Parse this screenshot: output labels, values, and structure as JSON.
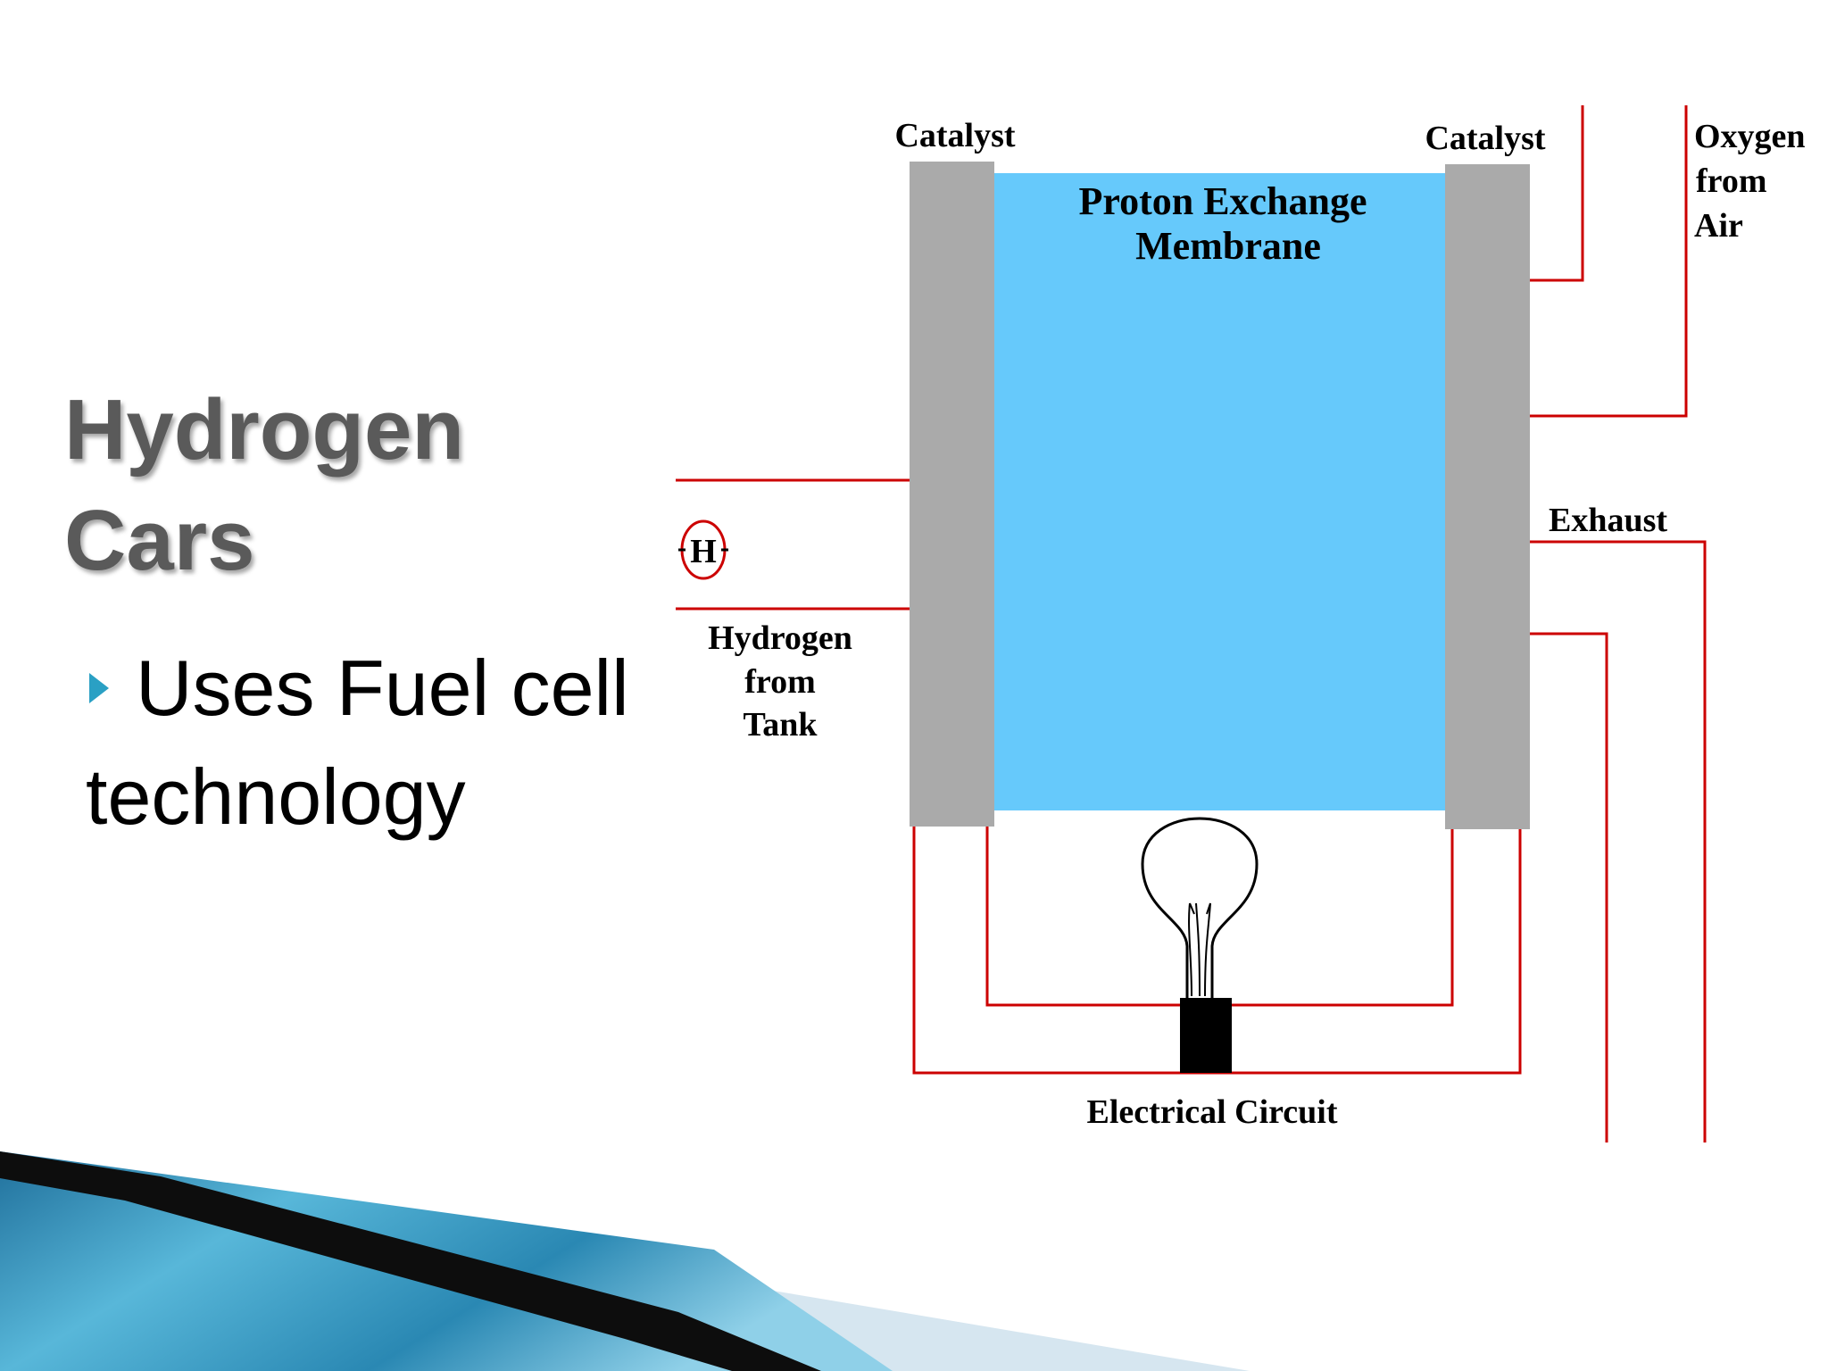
{
  "slide": {
    "title_line1": "Hydrogen",
    "title_line2": "Cars",
    "bullet": "Uses Fuel cell technology",
    "accent_color": "#2aa0c4"
  },
  "diagram": {
    "catalyst_left": "Catalyst",
    "catalyst_right": "Catalyst",
    "membrane_line1": "Proton Exchange",
    "membrane_line2": "Membrane",
    "oxygen_line1": "Oxygen",
    "oxygen_line2": "from",
    "oxygen_line3": "Air",
    "exhaust": "Exhaust",
    "hydrogen_symbol": "H",
    "hydrogen_line1": "Hydrogen",
    "hydrogen_line2": "from",
    "hydrogen_line3": "Tank",
    "circuit": "Electrical Circuit",
    "colors": {
      "membrane": "#66c9fb",
      "catalyst": "#aaaaaa",
      "wire": "#cc0000"
    }
  }
}
